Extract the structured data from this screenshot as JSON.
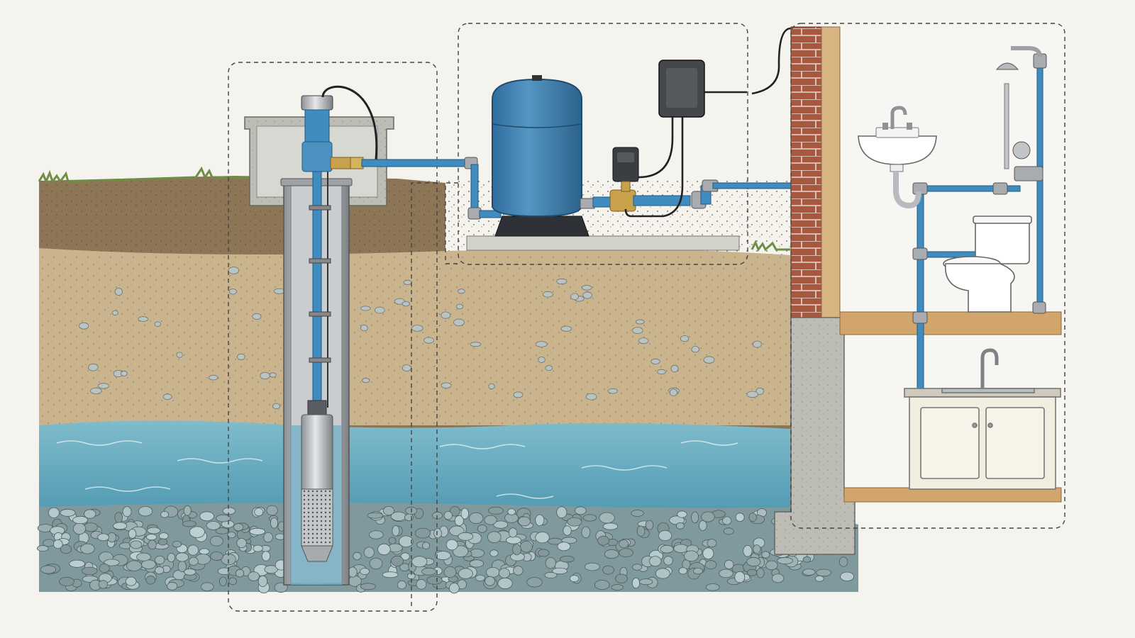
{
  "diagram": {
    "type": "well-water-system-illustration",
    "sections": [
      {
        "name": "well-section",
        "contents": [
          "submersible-pump",
          "well-casing",
          "drop-pipe",
          "well-cap",
          "concrete-well-pit"
        ]
      },
      {
        "name": "pressure-tank-section",
        "contents": [
          "pressure-tank",
          "pressure-switch",
          "control-box",
          "tank-tee"
        ]
      },
      {
        "name": "house-section",
        "contents": [
          "shower",
          "bathroom-sink",
          "toilet",
          "kitchen-sink",
          "cabinet"
        ]
      }
    ],
    "ground_layers": [
      "topsoil",
      "sandy-gravel",
      "aquifer-water",
      "gravel-bed"
    ]
  },
  "colors": {
    "background": "#f4f3ee",
    "topsoil": "#8c7656",
    "sand": "#c9b48e",
    "water": "#5ba5bd",
    "water_light": "#8ac3d2",
    "gravel": "#8fa6a8",
    "pipe_blue": "#3f8cc0",
    "tank_blue": "#3f7fae",
    "brick": "#a8583f",
    "concrete": "#bdbdb6",
    "wood": "#c79a63"
  },
  "icons": [
    "pump-icon",
    "tank-icon",
    "switch-icon",
    "control-box-icon",
    "faucet-icon",
    "shower-icon",
    "toilet-icon",
    "sink-icon"
  ]
}
